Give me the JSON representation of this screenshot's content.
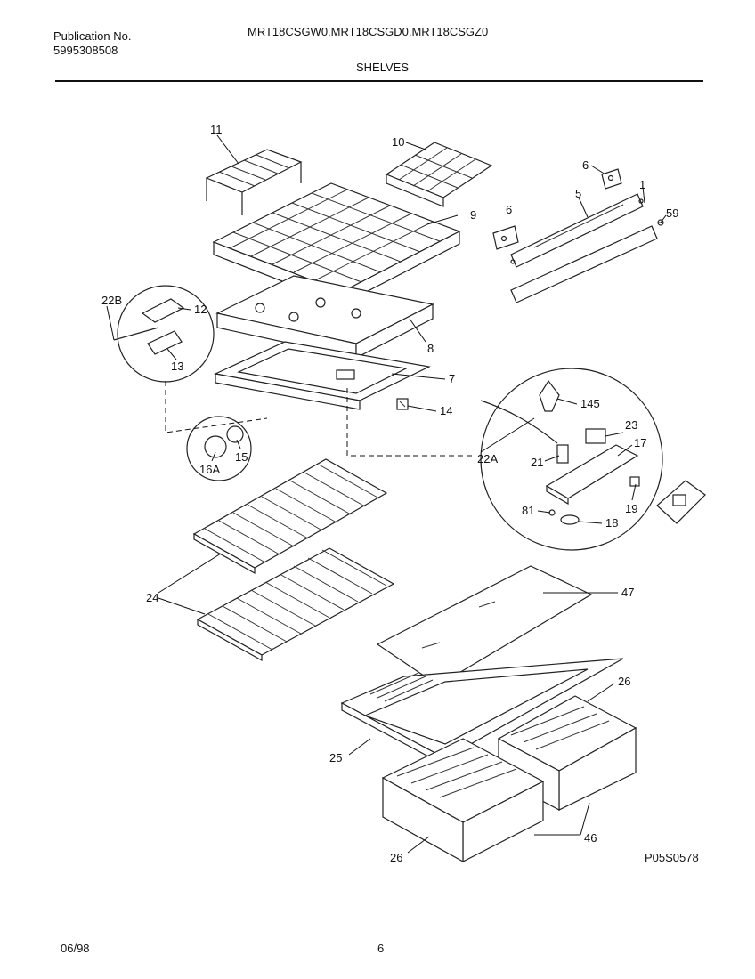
{
  "header": {
    "publication_label": "Publication No.",
    "publication_number": "5995308508",
    "models": "MRT18CSGW0,MRT18CSGD0,MRT18CSGZ0",
    "section": "SHELVES"
  },
  "footer": {
    "date": "06/98",
    "page": "6"
  },
  "diagram": {
    "code": "P05S0578",
    "callouts": {
      "c11": "11",
      "c10": "10",
      "c6a": "6",
      "c5": "5",
      "c1": "1",
      "c6b": "6",
      "c59": "59",
      "c9": "9",
      "c22b": "22B",
      "c12": "12",
      "c13": "13",
      "c8": "8",
      "c7": "7",
      "c14": "14",
      "c145": "145",
      "c23": "23",
      "c17": "17",
      "c22a": "22A",
      "c21": "21",
      "c19": "19",
      "c81": "81",
      "c18": "18",
      "c16a": "16A",
      "c15": "15",
      "c24": "24",
      "c47": "47",
      "c26a": "26",
      "c25": "25",
      "c46": "46",
      "c26b": "26"
    }
  }
}
